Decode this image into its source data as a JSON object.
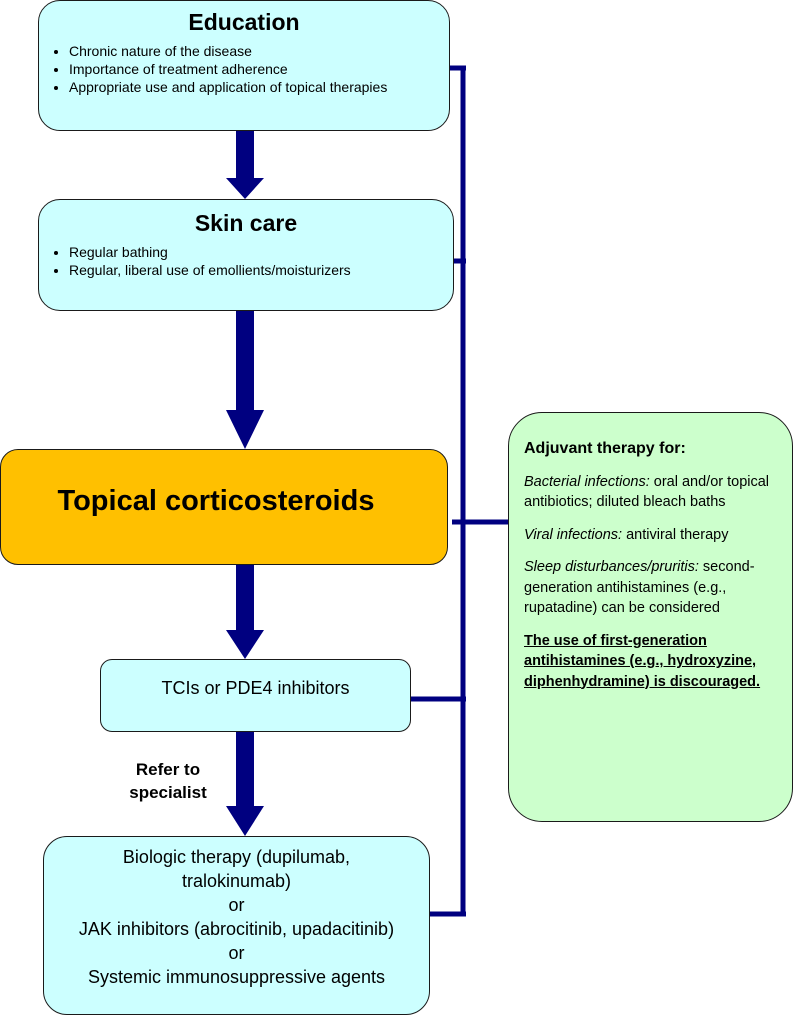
{
  "education": {
    "title": "Education",
    "items": [
      "Chronic nature of the disease",
      "Importance of treatment adherence",
      "Appropriate use and application of topical therapies"
    ]
  },
  "skin_care": {
    "title": "Skin care",
    "items": [
      "Regular bathing",
      "Regular, liberal use of emollients/moisturizers"
    ]
  },
  "topical": {
    "title": "Topical corticosteroids"
  },
  "tci": {
    "label": "TCIs or PDE4 inhibitors"
  },
  "refer": {
    "line1": "Refer to",
    "line2": "specialist"
  },
  "systemic": {
    "line1": "Biologic therapy (dupilumab,",
    "line2": "tralokinumab)",
    "or1": "or",
    "line3": "JAK inhibitors (abrocitinib, upadacitinib)",
    "or2": "or",
    "line4": "Systemic immunosuppressive agents"
  },
  "adjuvant": {
    "title": "Adjuvant therapy for:",
    "bacterial_label": "Bacterial infections:",
    "bacterial_text": " oral and/or topical antibiotics; diluted bleach baths",
    "viral_label": "Viral infections:",
    "viral_text": " antiviral therapy",
    "sleep_label": "Sleep disturbances/pruritis:",
    "sleep_text": " second-generation antihistamines (e.g., rupatadine)  can be considered",
    "warning": "The use of first-generation antihistamines (e.g., hydroxyzine, diphenhydramine) is discouraged."
  },
  "colors": {
    "box_fill": "#ccffff",
    "topical_fill": "#ffc000",
    "adjuvant_fill": "#ccffcc",
    "arrow": "#000080"
  }
}
